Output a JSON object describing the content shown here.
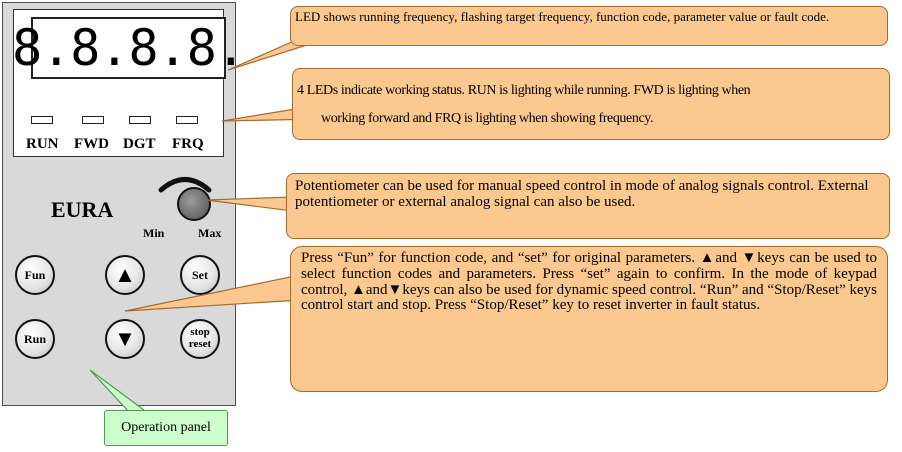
{
  "panel": {
    "display_digits": "8.8.8.8.",
    "leds": [
      "RUN",
      "FWD",
      "DGT",
      "FRQ"
    ],
    "brand": "EURA",
    "knob_min": "Min",
    "knob_max": "Max",
    "keys": {
      "fun": "Fun",
      "up": "▲",
      "set": "Set",
      "run": "Run",
      "down": "▼",
      "stop_line1": "stop",
      "stop_line2": "reset"
    }
  },
  "callouts": {
    "led_display": "LED shows running frequency, flashing target frequency, function code, parameter value or fault code.",
    "status_leds_line1": "4 LEDs indicate working status. RUN is lighting while running. FWD is lighting when",
    "status_leds_line2": "working forward and FRQ is lighting when showing frequency.",
    "potentiometer": "Potentiometer can be used for manual speed control in mode of analog signals control. External potentiometer or external analog signal can also be used.",
    "keys": "Press “Fun” for function code, and “set” for original parameters. ▲and ▼keys can be used to select function codes and parameters. Press “set” again to confirm. In the mode of keypad control, ▲and▼keys can also be used for dynamic speed control. “Run” and “Stop/Reset” keys control start and stop. Press “Stop/Reset” key to reset inverter in fault status.",
    "operation_panel": "Operation panel"
  },
  "colors": {
    "callout_fill": "#fbc98f",
    "callout_border": "#a66b2b",
    "green_fill": "#ccffcc",
    "green_border": "#4c9a4c",
    "panel_bg": "#d9d9d9"
  }
}
